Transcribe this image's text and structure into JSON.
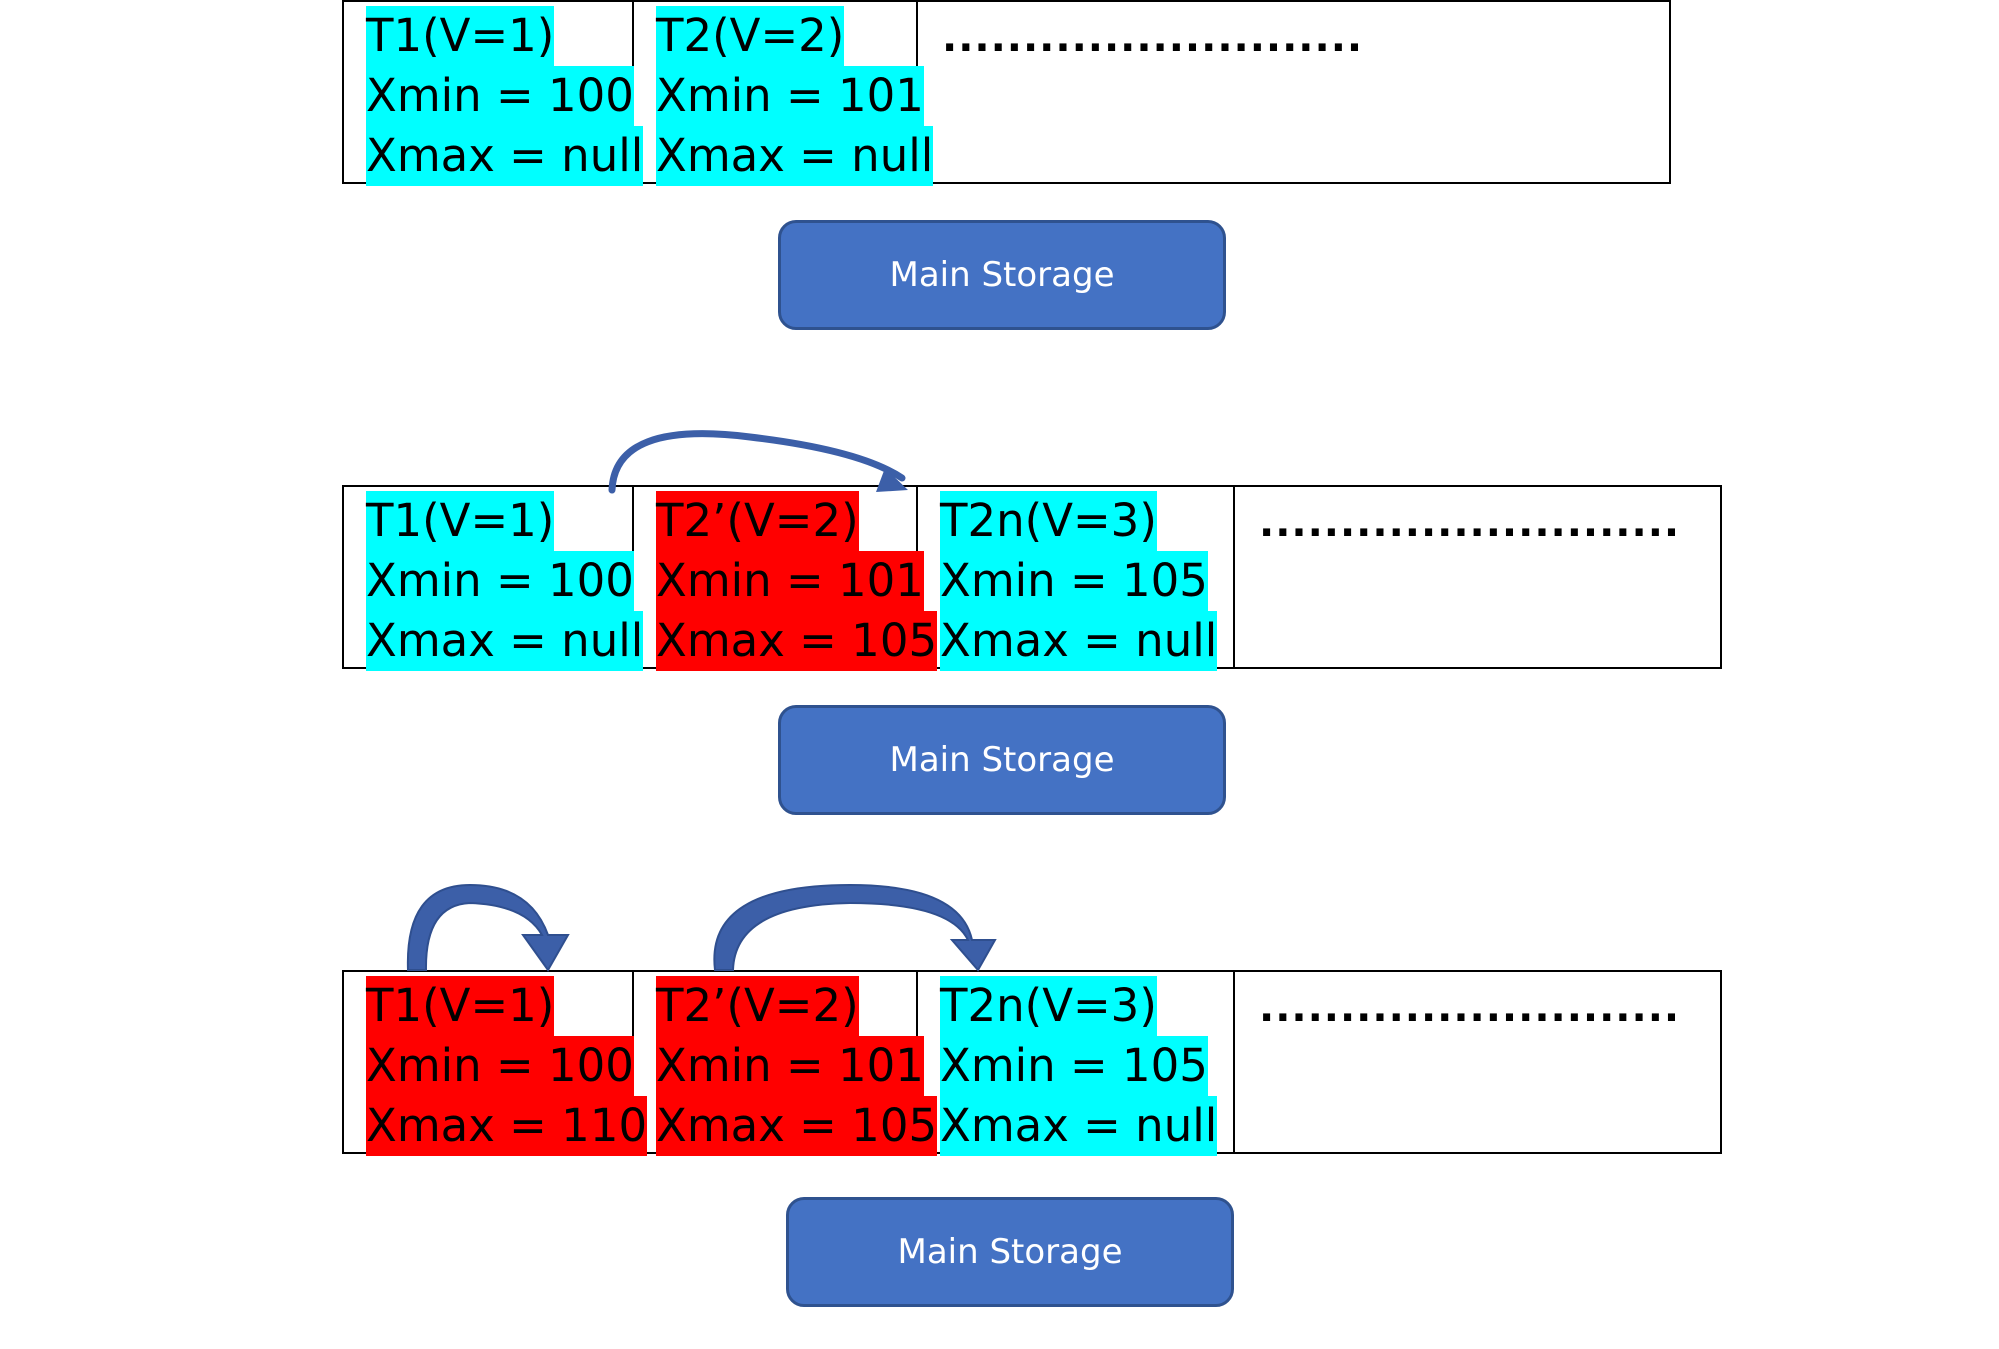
{
  "rows": [
    {
      "cells": [
        {
          "lines": [
            "T1(V=1)",
            "Xmin = 100",
            "Xmax = null"
          ],
          "highlight": "cyan"
        },
        {
          "lines": [
            "T2(V=2)",
            "Xmin = 101",
            "Xmax = null"
          ],
          "highlight": "cyan"
        }
      ],
      "dots": "..........................",
      "storage_label": "Main Storage"
    },
    {
      "cells": [
        {
          "lines": [
            "T1(V=1)",
            "Xmin = 100",
            "Xmax = null"
          ],
          "highlight": "cyan"
        },
        {
          "lines": [
            "T2’(V=2)",
            "Xmin = 101",
            "Xmax = 105"
          ],
          "highlight": "red"
        },
        {
          "lines": [
            "T2n(V=3)",
            "Xmin = 105",
            "Xmax = null"
          ],
          "highlight": "cyan"
        }
      ],
      "dots": "..........................",
      "storage_label": "Main Storage"
    },
    {
      "cells": [
        {
          "lines": [
            "T1(V=1)",
            "Xmin = 100",
            "Xmax = 110"
          ],
          "highlight": "red"
        },
        {
          "lines": [
            "T2’(V=2)",
            "Xmin = 101",
            "Xmax = 105"
          ],
          "highlight": "red"
        },
        {
          "lines": [
            "T2n(V=3)",
            "Xmin = 105",
            "Xmax = null"
          ],
          "highlight": "cyan"
        }
      ],
      "dots": "..........................",
      "storage_label": "Main Storage"
    }
  ],
  "colors": {
    "cyan_highlight": "#00ffff",
    "red_highlight": "#ff0000",
    "storage_fill": "#4472c4",
    "storage_border": "#2f528f",
    "arrow_fill": "#3c5fa8"
  }
}
